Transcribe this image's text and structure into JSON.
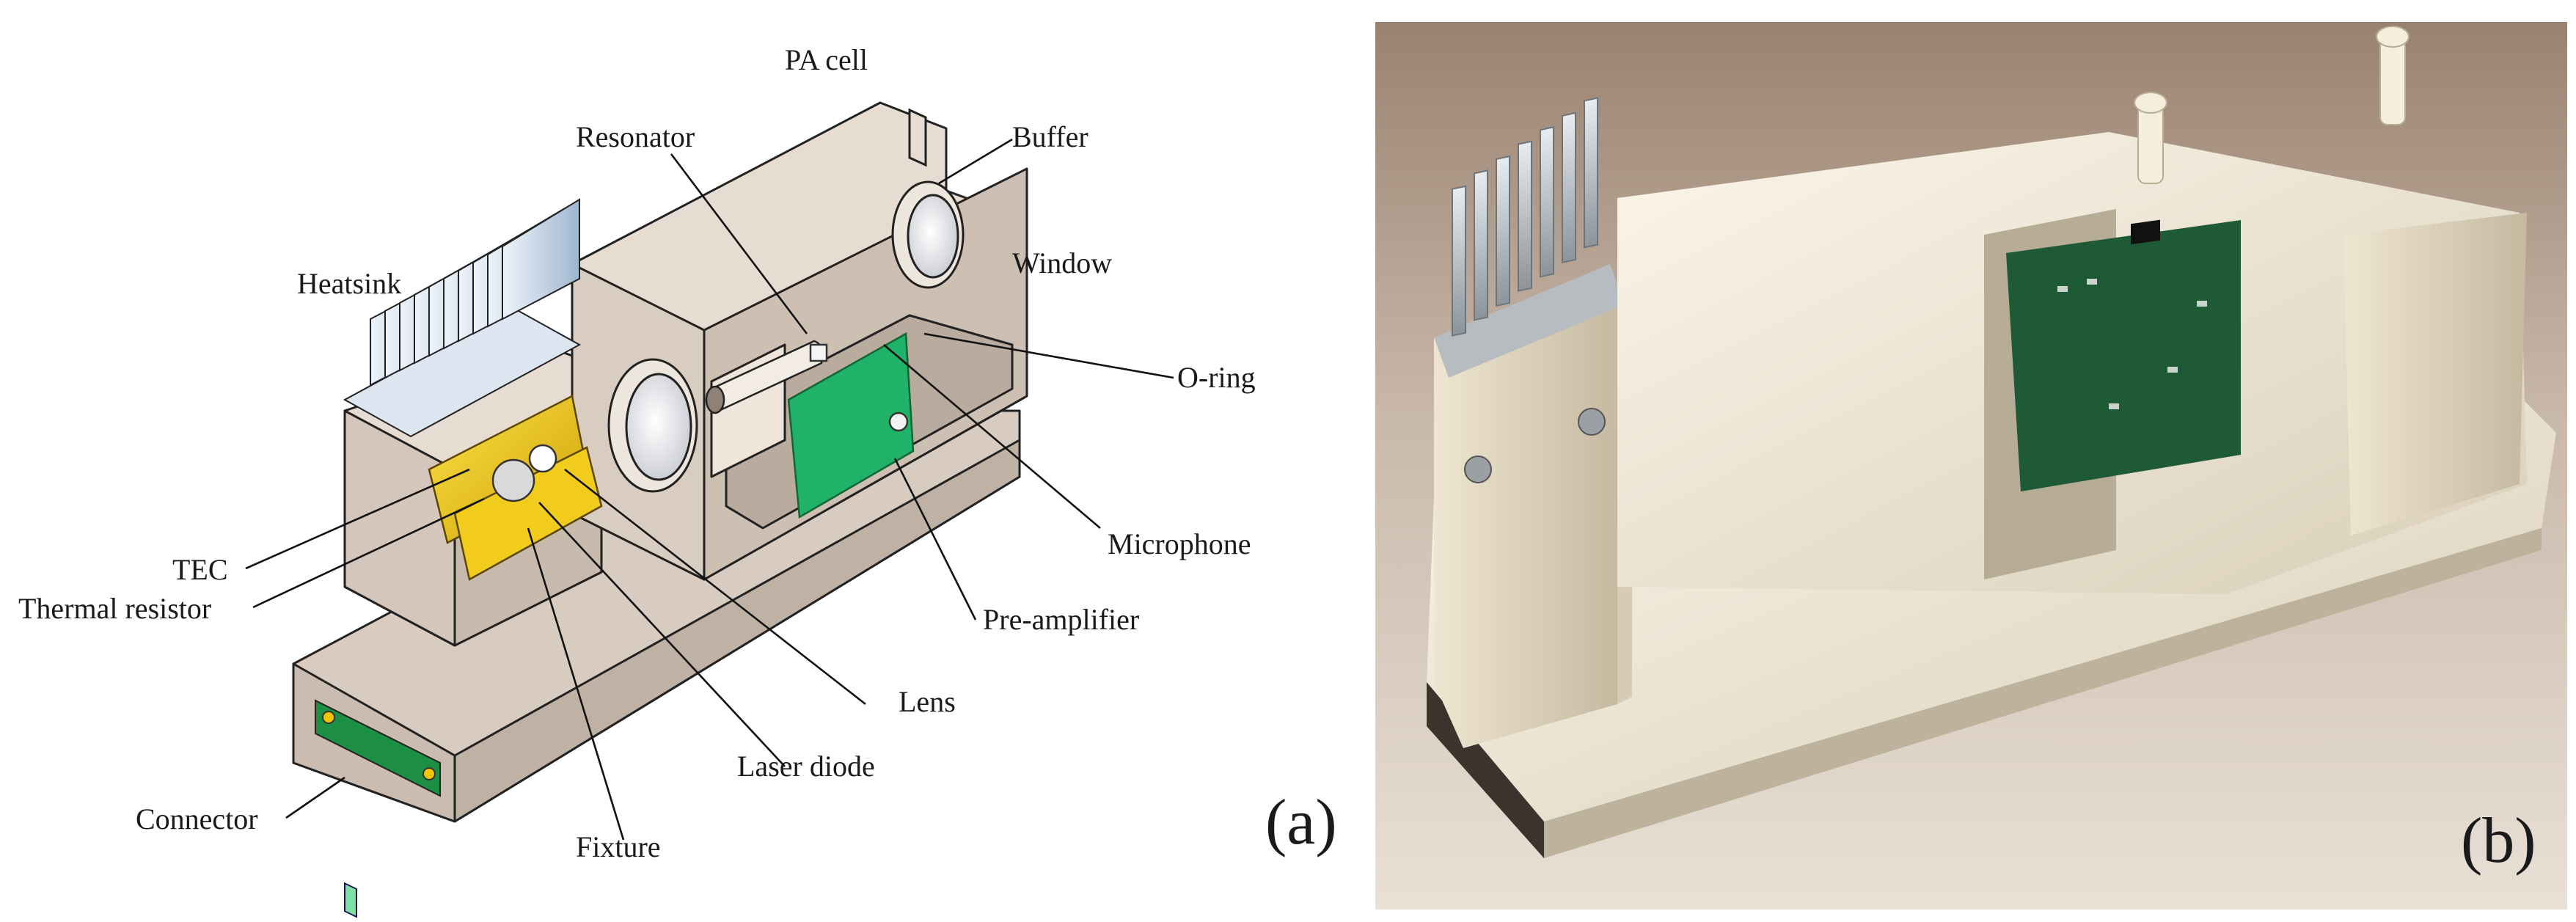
{
  "panel_a": {
    "tag": "(a)",
    "labels": {
      "pa_cell": "PA cell",
      "resonator": "Resonator",
      "buffer": "Buffer",
      "window": "Window",
      "heatsink": "Heatsink",
      "o_ring": "O-ring",
      "tec": "TEC",
      "thermal_resistor": "Thermal resistor",
      "microphone": "Microphone",
      "pre_amplifier": "Pre-amplifier",
      "lens": "Lens",
      "laser_diode": "Laser diode",
      "connector": "Connector",
      "fixture": "Fixture"
    }
  },
  "panel_b": {
    "tag": "(b)"
  },
  "colors": {
    "housing": "#e7dcd2",
    "housing_shadow": "#cfc3b8",
    "pcb_green": "#1fb268",
    "gold": "#e6b700",
    "heatsink_blue": "#cfe0f0",
    "printed_white": "#f1ead8"
  }
}
